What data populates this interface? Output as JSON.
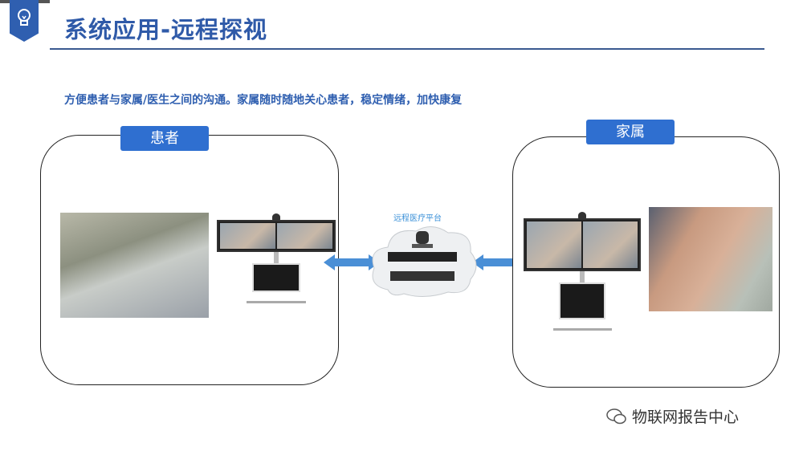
{
  "header": {
    "title": "系统应用-远程探视",
    "icon": "lightbulb-icon"
  },
  "subtitle": "方便患者与家属/医生之间的沟通。家属随时随地关心患者，稳定情绪，加快康复",
  "patient": {
    "label": "患者"
  },
  "family": {
    "label": "家属"
  },
  "platform": {
    "label": "远程医疗平台"
  },
  "watermark": "物联网报告中心",
  "colors": {
    "accent": "#2f5fb0",
    "tag": "#2f6fd0",
    "arrow": "#4a8fd6"
  }
}
